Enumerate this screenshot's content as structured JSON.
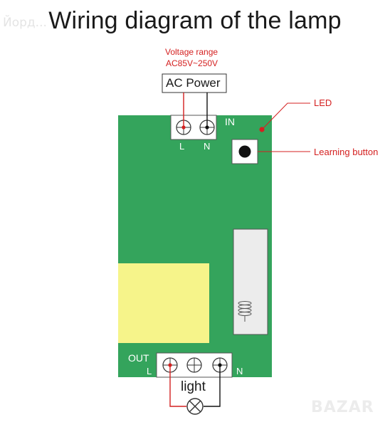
{
  "title": "Wiring diagram of the lamp",
  "watermark_top": "Йорд...",
  "watermark_bottom": "BAZAR",
  "voltage": {
    "line1": "Voltage range",
    "line2": "AC85V~250V"
  },
  "ac_power_label": "AC Power",
  "board": {
    "in_label": "IN",
    "in_terminal_l": "L",
    "in_terminal_n": "N",
    "out_label": "OUT",
    "out_terminal_l": "L",
    "out_terminal_n": "N"
  },
  "callouts": {
    "led": "LED",
    "learning_button": "Learning button"
  },
  "light_label": "light",
  "colors": {
    "board_green": "#34a45c",
    "pad_yellow": "#f6f48a",
    "wire_red": "#d42020",
    "terminal_white": "#ffffff"
  },
  "icons": [
    "screw-terminal-icon",
    "lamp-icon",
    "antenna-coil-icon",
    "push-button-icon",
    "led-icon"
  ]
}
